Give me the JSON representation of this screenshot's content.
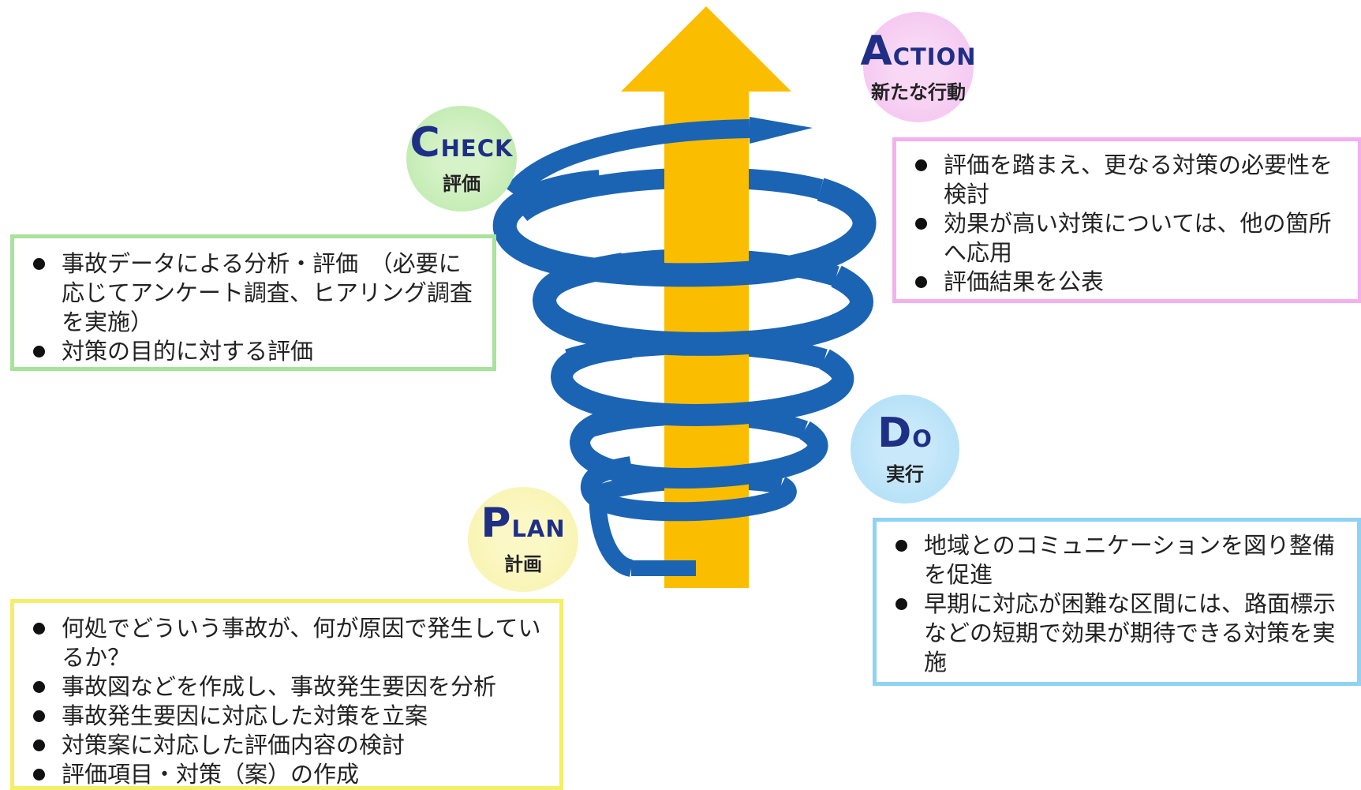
{
  "phases": {
    "check": {
      "first": "C",
      "rest": "HECK",
      "label": "評価"
    },
    "action": {
      "first": "A",
      "rest": "CTION",
      "label": "新たな行動"
    },
    "do": {
      "first": "D",
      "rest": "O",
      "label": "実行"
    },
    "plan": {
      "first": "P",
      "rest": "LAN",
      "label": "計画"
    }
  },
  "boxes": {
    "check": {
      "items": [
        "事故データによる分析・評価　（必要に応じてアンケート調査、ヒアリング調査を実施）",
        "対策の目的に対する評価"
      ]
    },
    "action": {
      "items": [
        "評価を踏まえ、更なる対策の必要性を検討",
        "効果が高い対策については、他の箇所へ応用",
        "評価結果を公表"
      ]
    },
    "do": {
      "items": [
        "地域とのコミュニケーションを図り整備を促進",
        "早期に対応が困難な区間には、路面標示などの短期で効果が期待できる対策を実施"
      ]
    },
    "plan": {
      "items": [
        "何処でどういう事故が、何が原因で発生しているか？",
        "事故図などを作成し、事故発生要因を分析",
        "事故発生要因に対応した対策を立案",
        "対策案に対応した評価内容の検討",
        "評価項目・対策（案）の作成"
      ]
    }
  },
  "colors": {
    "arrow": "#fbbd00",
    "spiral": "#1b64b4",
    "check": "#a9e29b",
    "action": "#f3b0ee",
    "do": "#8ed3f4",
    "plan": "#f4ee6a"
  }
}
